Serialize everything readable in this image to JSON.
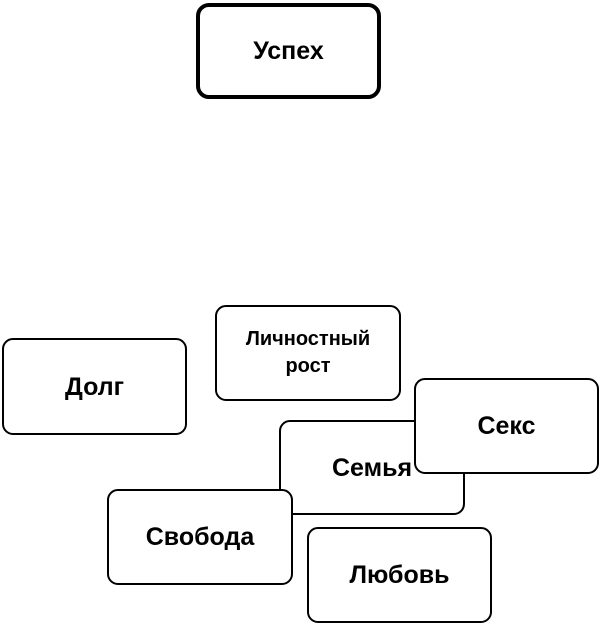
{
  "diagram": {
    "top_card": {
      "label": "Успех"
    },
    "cards": [
      {
        "id": "lichnostnyi-rost",
        "label": "Личностный рост"
      },
      {
        "id": "dolg",
        "label": "Долг"
      },
      {
        "id": "semya",
        "label": "Семья"
      },
      {
        "id": "seks",
        "label": "Секс"
      },
      {
        "id": "svoboda",
        "label": "Свобода"
      },
      {
        "id": "lyubov",
        "label": "Любовь"
      }
    ],
    "colors": {
      "background": "#ffffff",
      "border": "#000000",
      "text": "#000000"
    }
  }
}
